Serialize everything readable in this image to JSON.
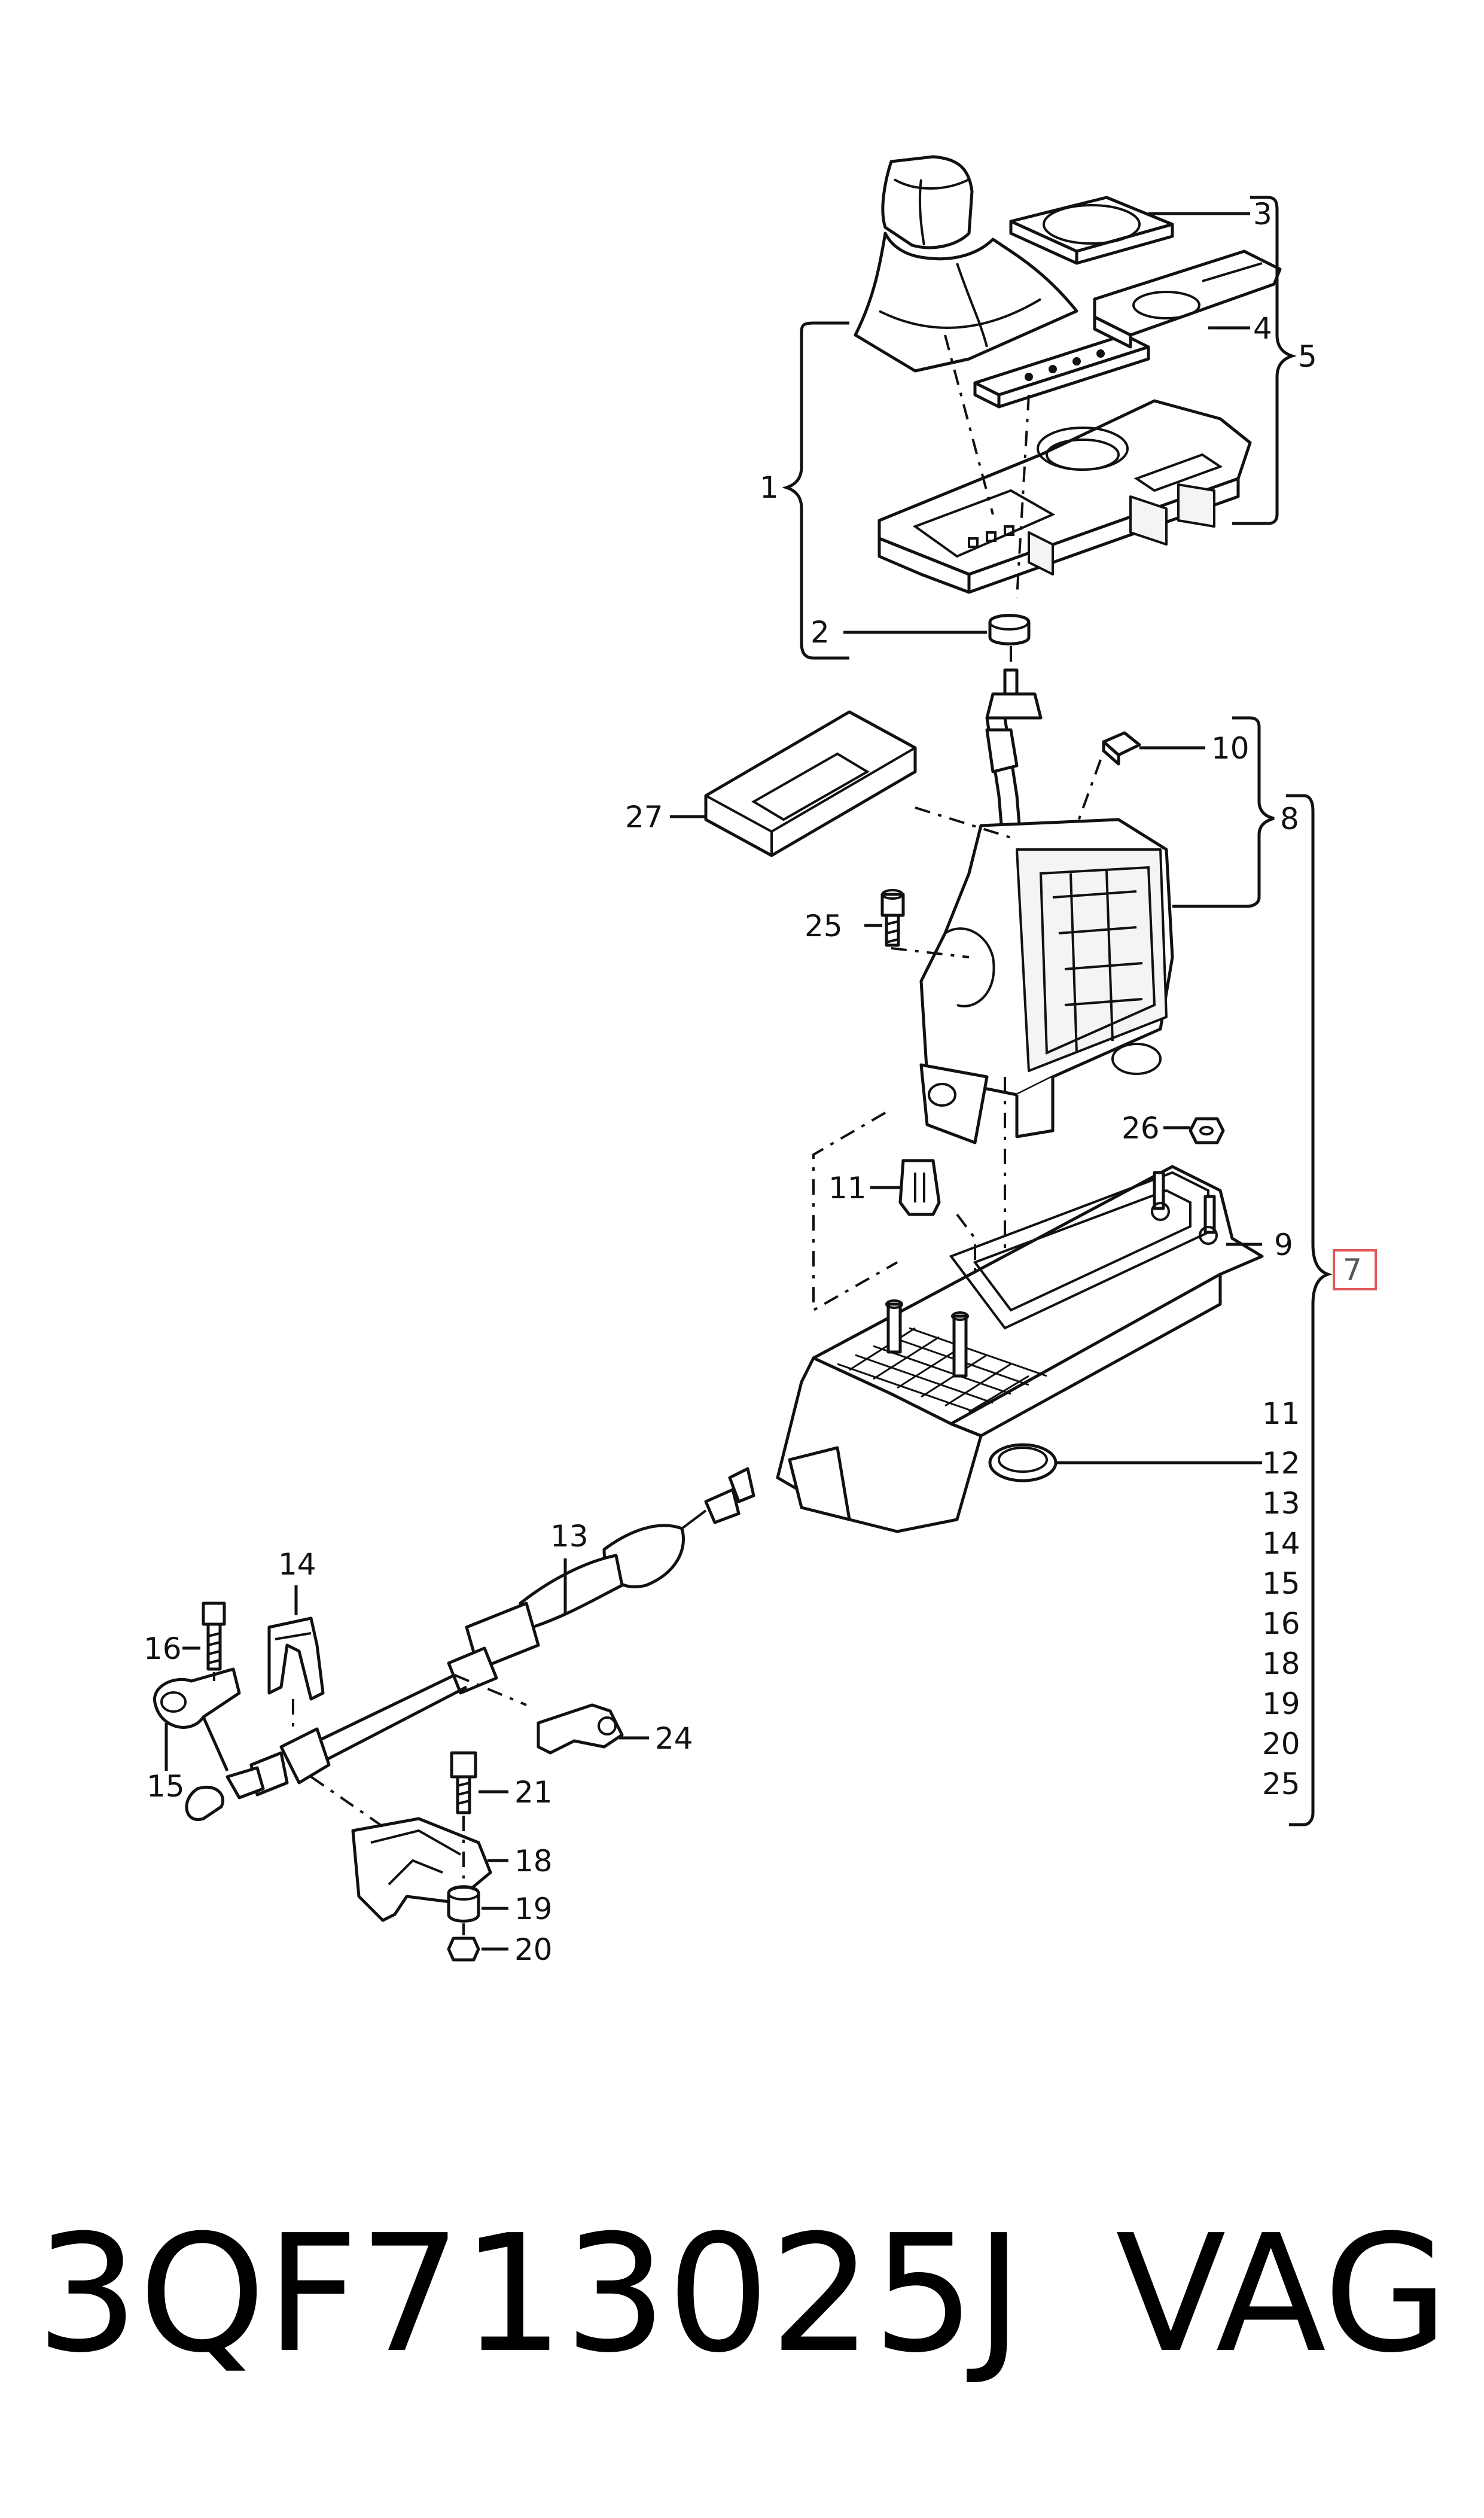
{
  "callouts": {
    "c1": "1",
    "c2": "2",
    "c3": "3",
    "c4": "4",
    "c5": "5",
    "c7": "7",
    "c8": "8",
    "c9": "9",
    "c10": "10",
    "c11a": "11",
    "c13": "13",
    "c14": "14",
    "c15": "15",
    "c16": "16",
    "c18": "18",
    "c19": "19",
    "c20": "20",
    "c21": "21",
    "c24": "24",
    "c25a": "25",
    "c26": "26",
    "c27": "27"
  },
  "kit_list": [
    "11",
    "12",
    "13",
    "14",
    "15",
    "16",
    "18",
    "19",
    "20",
    "25"
  ],
  "footer": {
    "part_number": "3QF713025J",
    "brand": "VAG"
  },
  "colors": {
    "line": "#111111",
    "highlight_box": "#e05a5a"
  }
}
